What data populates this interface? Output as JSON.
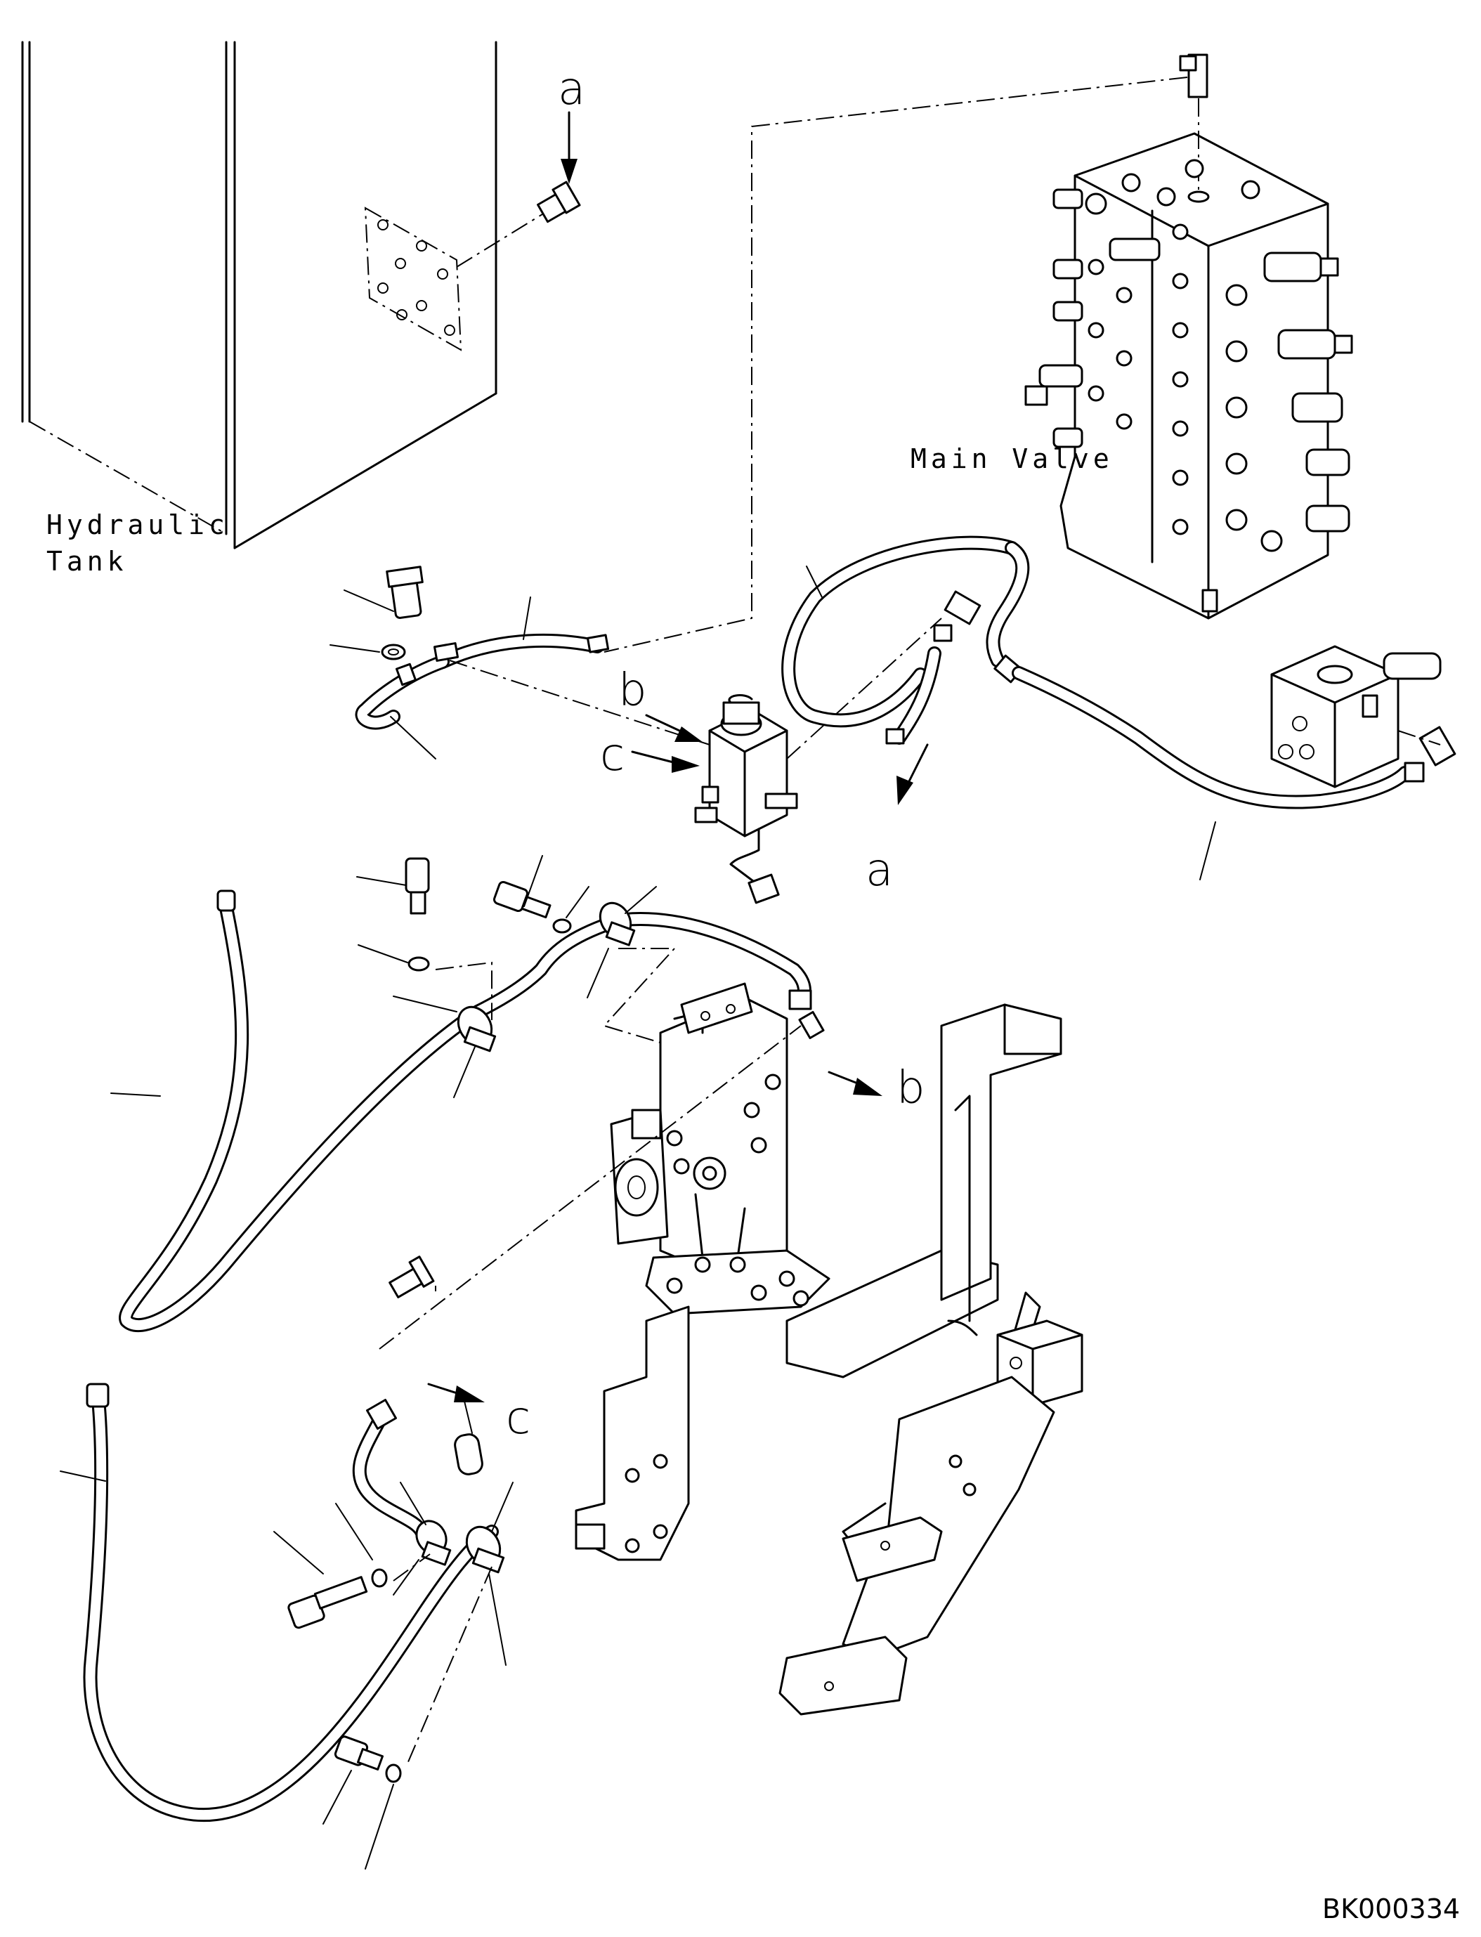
{
  "labels": {
    "hydraulic_tank_line1": "Hydraulic",
    "hydraulic_tank_line2": "Tank",
    "main_valve": "Main Valve",
    "drawing_code": "BK000334"
  },
  "connection_letters": {
    "a_top": "a",
    "a_lower": "a",
    "b_upper": "b",
    "b_lower": "b",
    "c_upper": "c",
    "c_lower": "c"
  }
}
